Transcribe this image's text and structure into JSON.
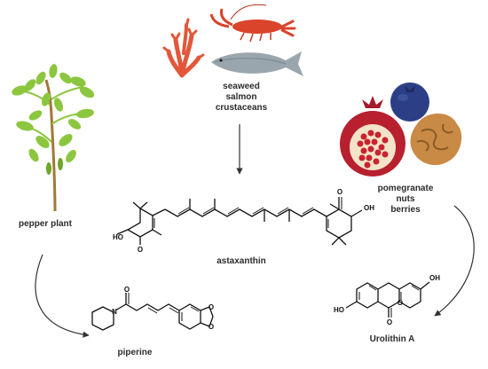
{
  "sources": {
    "seafood": [
      "seaweed",
      "salmon",
      "crustaceans"
    ],
    "pepper": "pepper plant",
    "fruits": [
      "pomegranate",
      "nuts",
      "berries"
    ]
  },
  "compounds": {
    "astaxanthin": "astaxanthin",
    "piperine": "piperine",
    "urolithin": "Urolithin A"
  },
  "atoms": {
    "ho": "HO",
    "oh": "OH",
    "o": "O",
    "n": "N"
  },
  "colors": {
    "text": "#2b2b2b",
    "bond": "#111111",
    "arrow": "#333333",
    "leaf": "#8cc63f",
    "seaweed": "#e2573a",
    "shrimp": "#d9442b",
    "salmon": "#9aa6ad",
    "pomegranate": "#b8202f",
    "blueberry": "#2c3f86",
    "walnut": "#c98a45"
  }
}
